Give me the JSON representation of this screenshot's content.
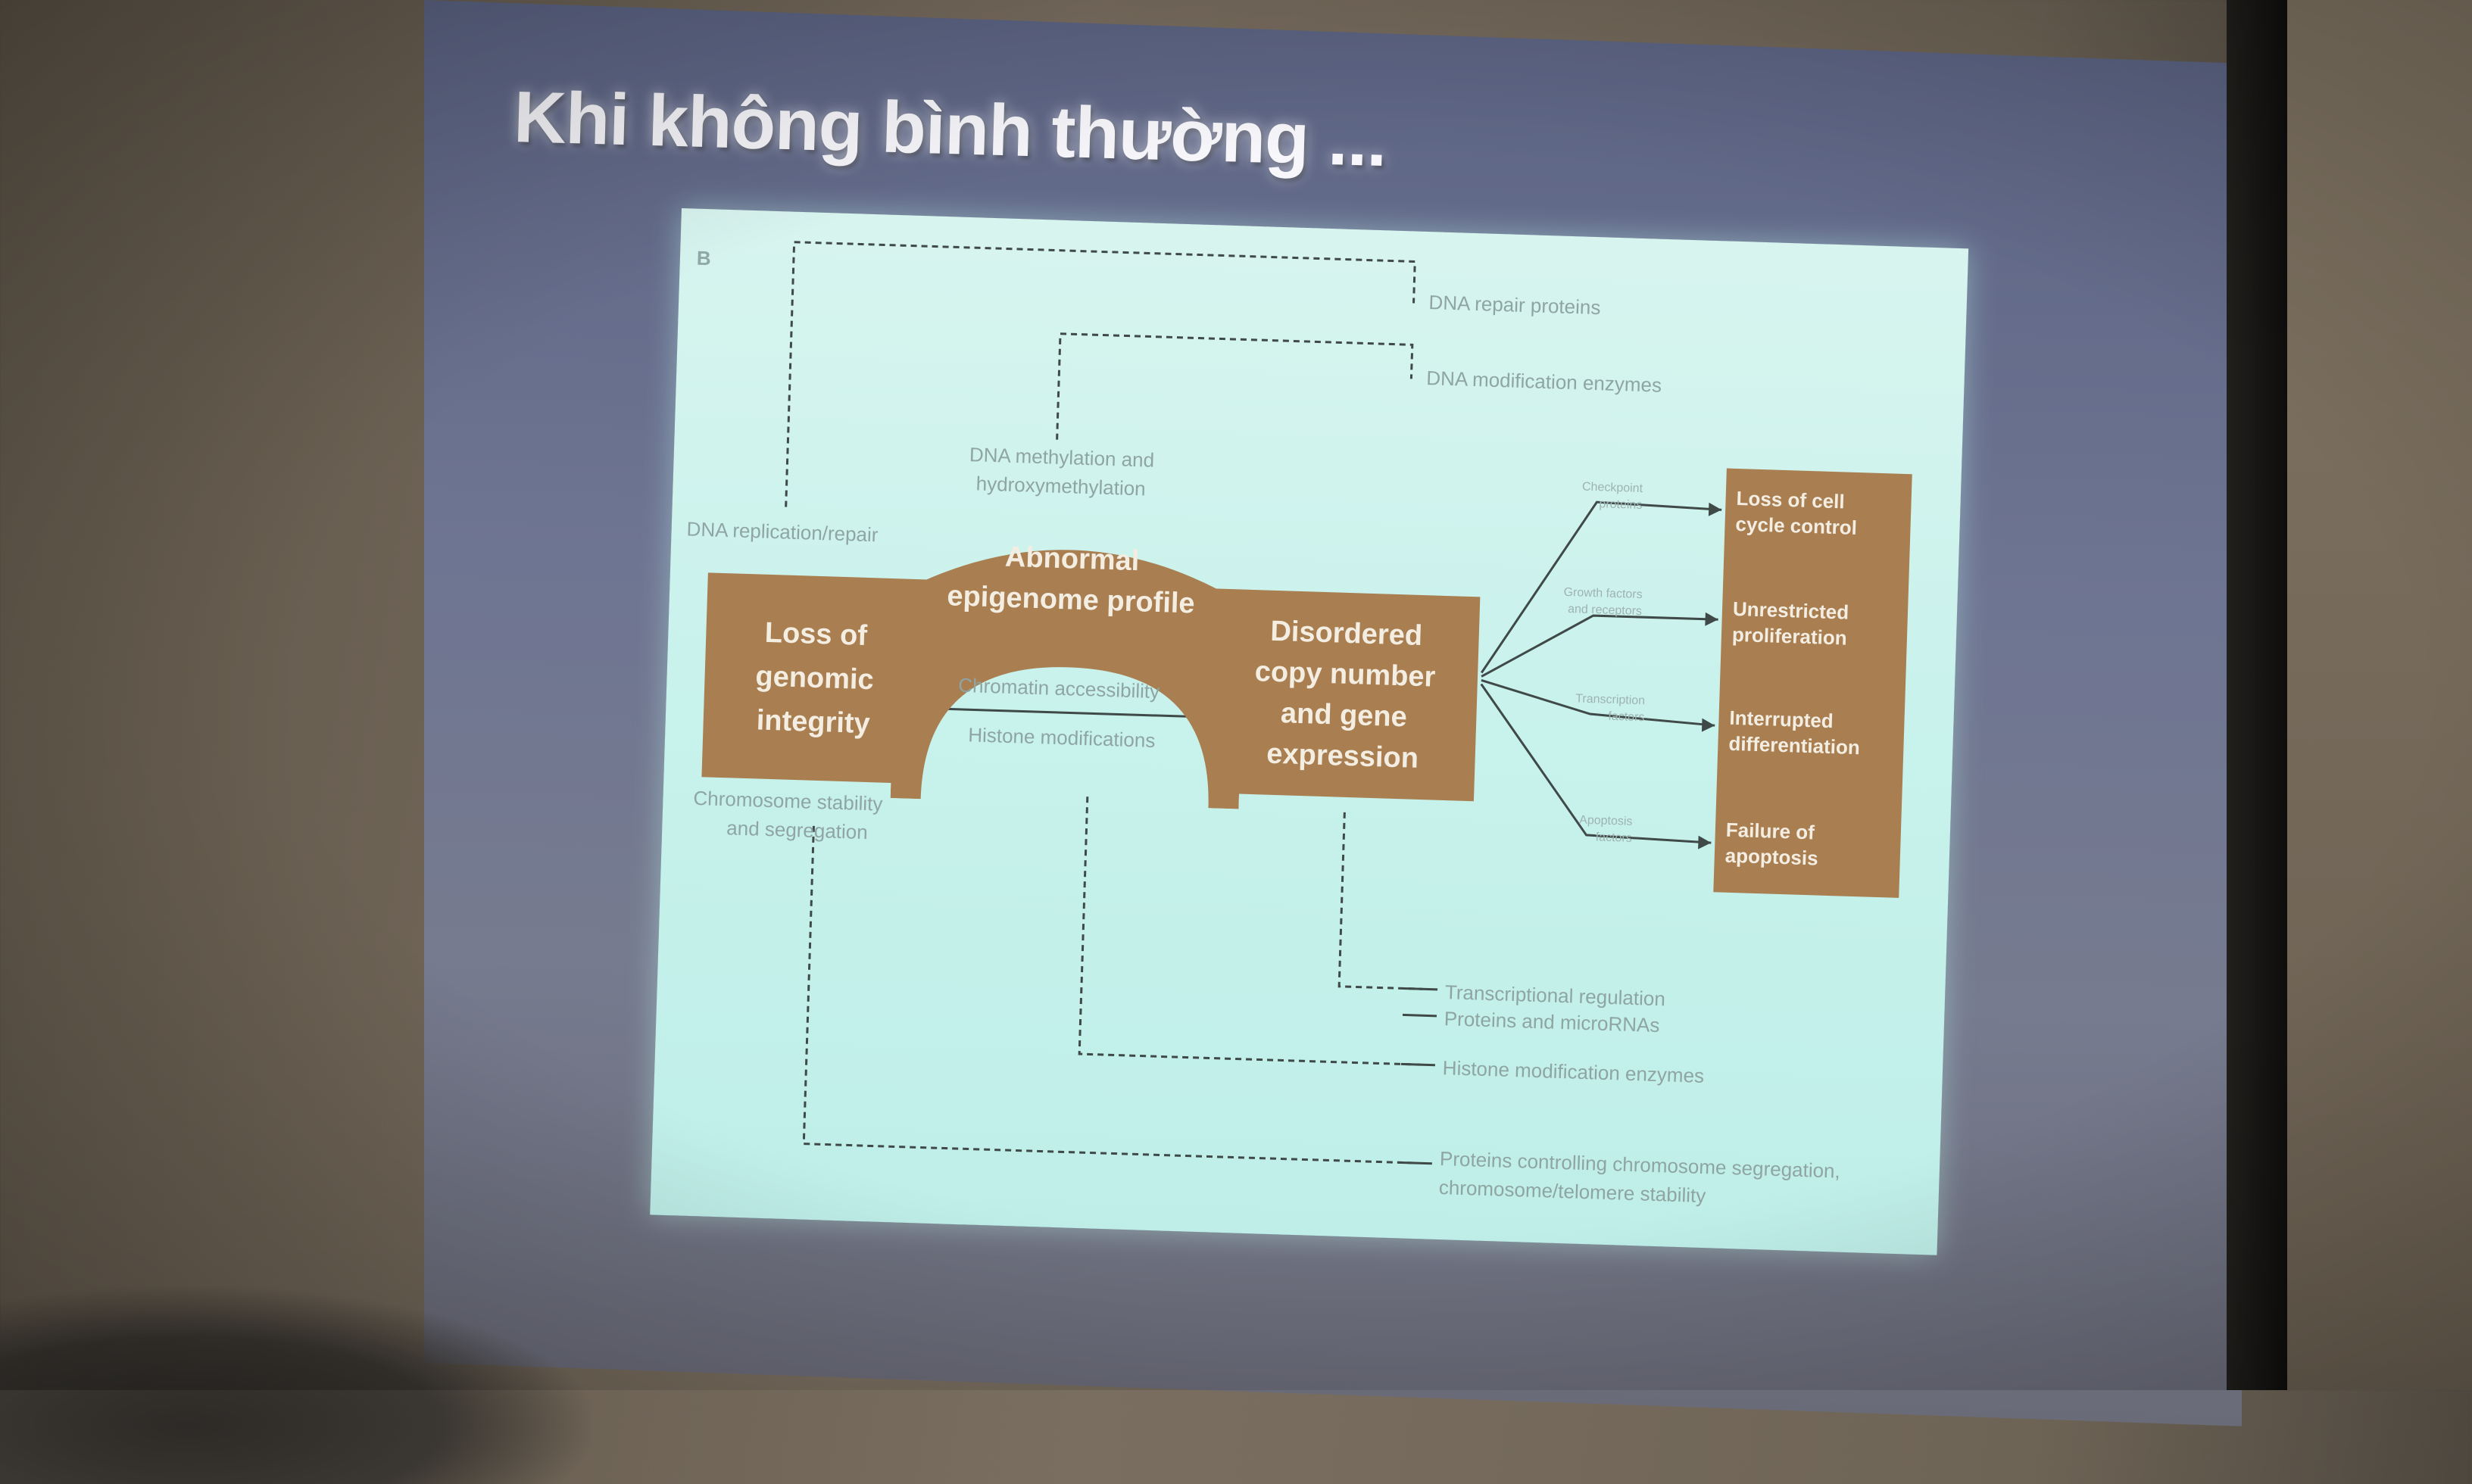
{
  "slide": {
    "title": "Khi không bình thường ..."
  },
  "diagram": {
    "panel_letter": "B",
    "feedback_labels": {
      "dna_repair_proteins": "DNA repair proteins",
      "dna_modification_enzymes": "DNA modification enzymes",
      "dna_methylation": "DNA methylation and",
      "hydroxymethylation": "hydroxymethylation",
      "dna_replication_repair": "DNA replication/repair",
      "chromatin_accessibility": "Chromatin accessibility",
      "histone_modifications": "Histone modifications",
      "chromosome_stability": "Chromosome stability",
      "and_segregation": "and segregation",
      "transcriptional_regulation": "Transcriptional regulation",
      "proteins_micrornas": "Proteins and microRNAs",
      "histone_modification_enzymes": "Histone modification enzymes",
      "proteins_controlling": "Proteins controlling chromosome segregation,",
      "chromosome_telomere": "chromosome/telomere stability"
    },
    "core_boxes": {
      "loss_of_genomic_integrity": [
        "Loss of",
        "genomic",
        "integrity"
      ],
      "abnormal_epigenome": [
        "Abnormal",
        "epigenome profile"
      ],
      "disordered_copy_number": [
        "Disordered",
        "copy number",
        "and gene",
        "expression"
      ]
    },
    "small_arrow_labels": [
      [
        "Checkpoint",
        "proteins"
      ],
      [
        "Growth factors",
        "and receptors"
      ],
      [
        "Transcription",
        "factors"
      ],
      [
        "Apoptosis",
        "factors"
      ]
    ],
    "outcomes": [
      [
        "Loss of cell",
        "cycle control"
      ],
      [
        "Unrestricted",
        "proliferation"
      ],
      [
        "Interrupted",
        "differentiation"
      ],
      [
        "Failure of",
        "apoptosis"
      ]
    ],
    "colors": {
      "box_fill": "#a97f52",
      "panel_background": "#c8f2ec",
      "line": "#3f4a48"
    }
  }
}
